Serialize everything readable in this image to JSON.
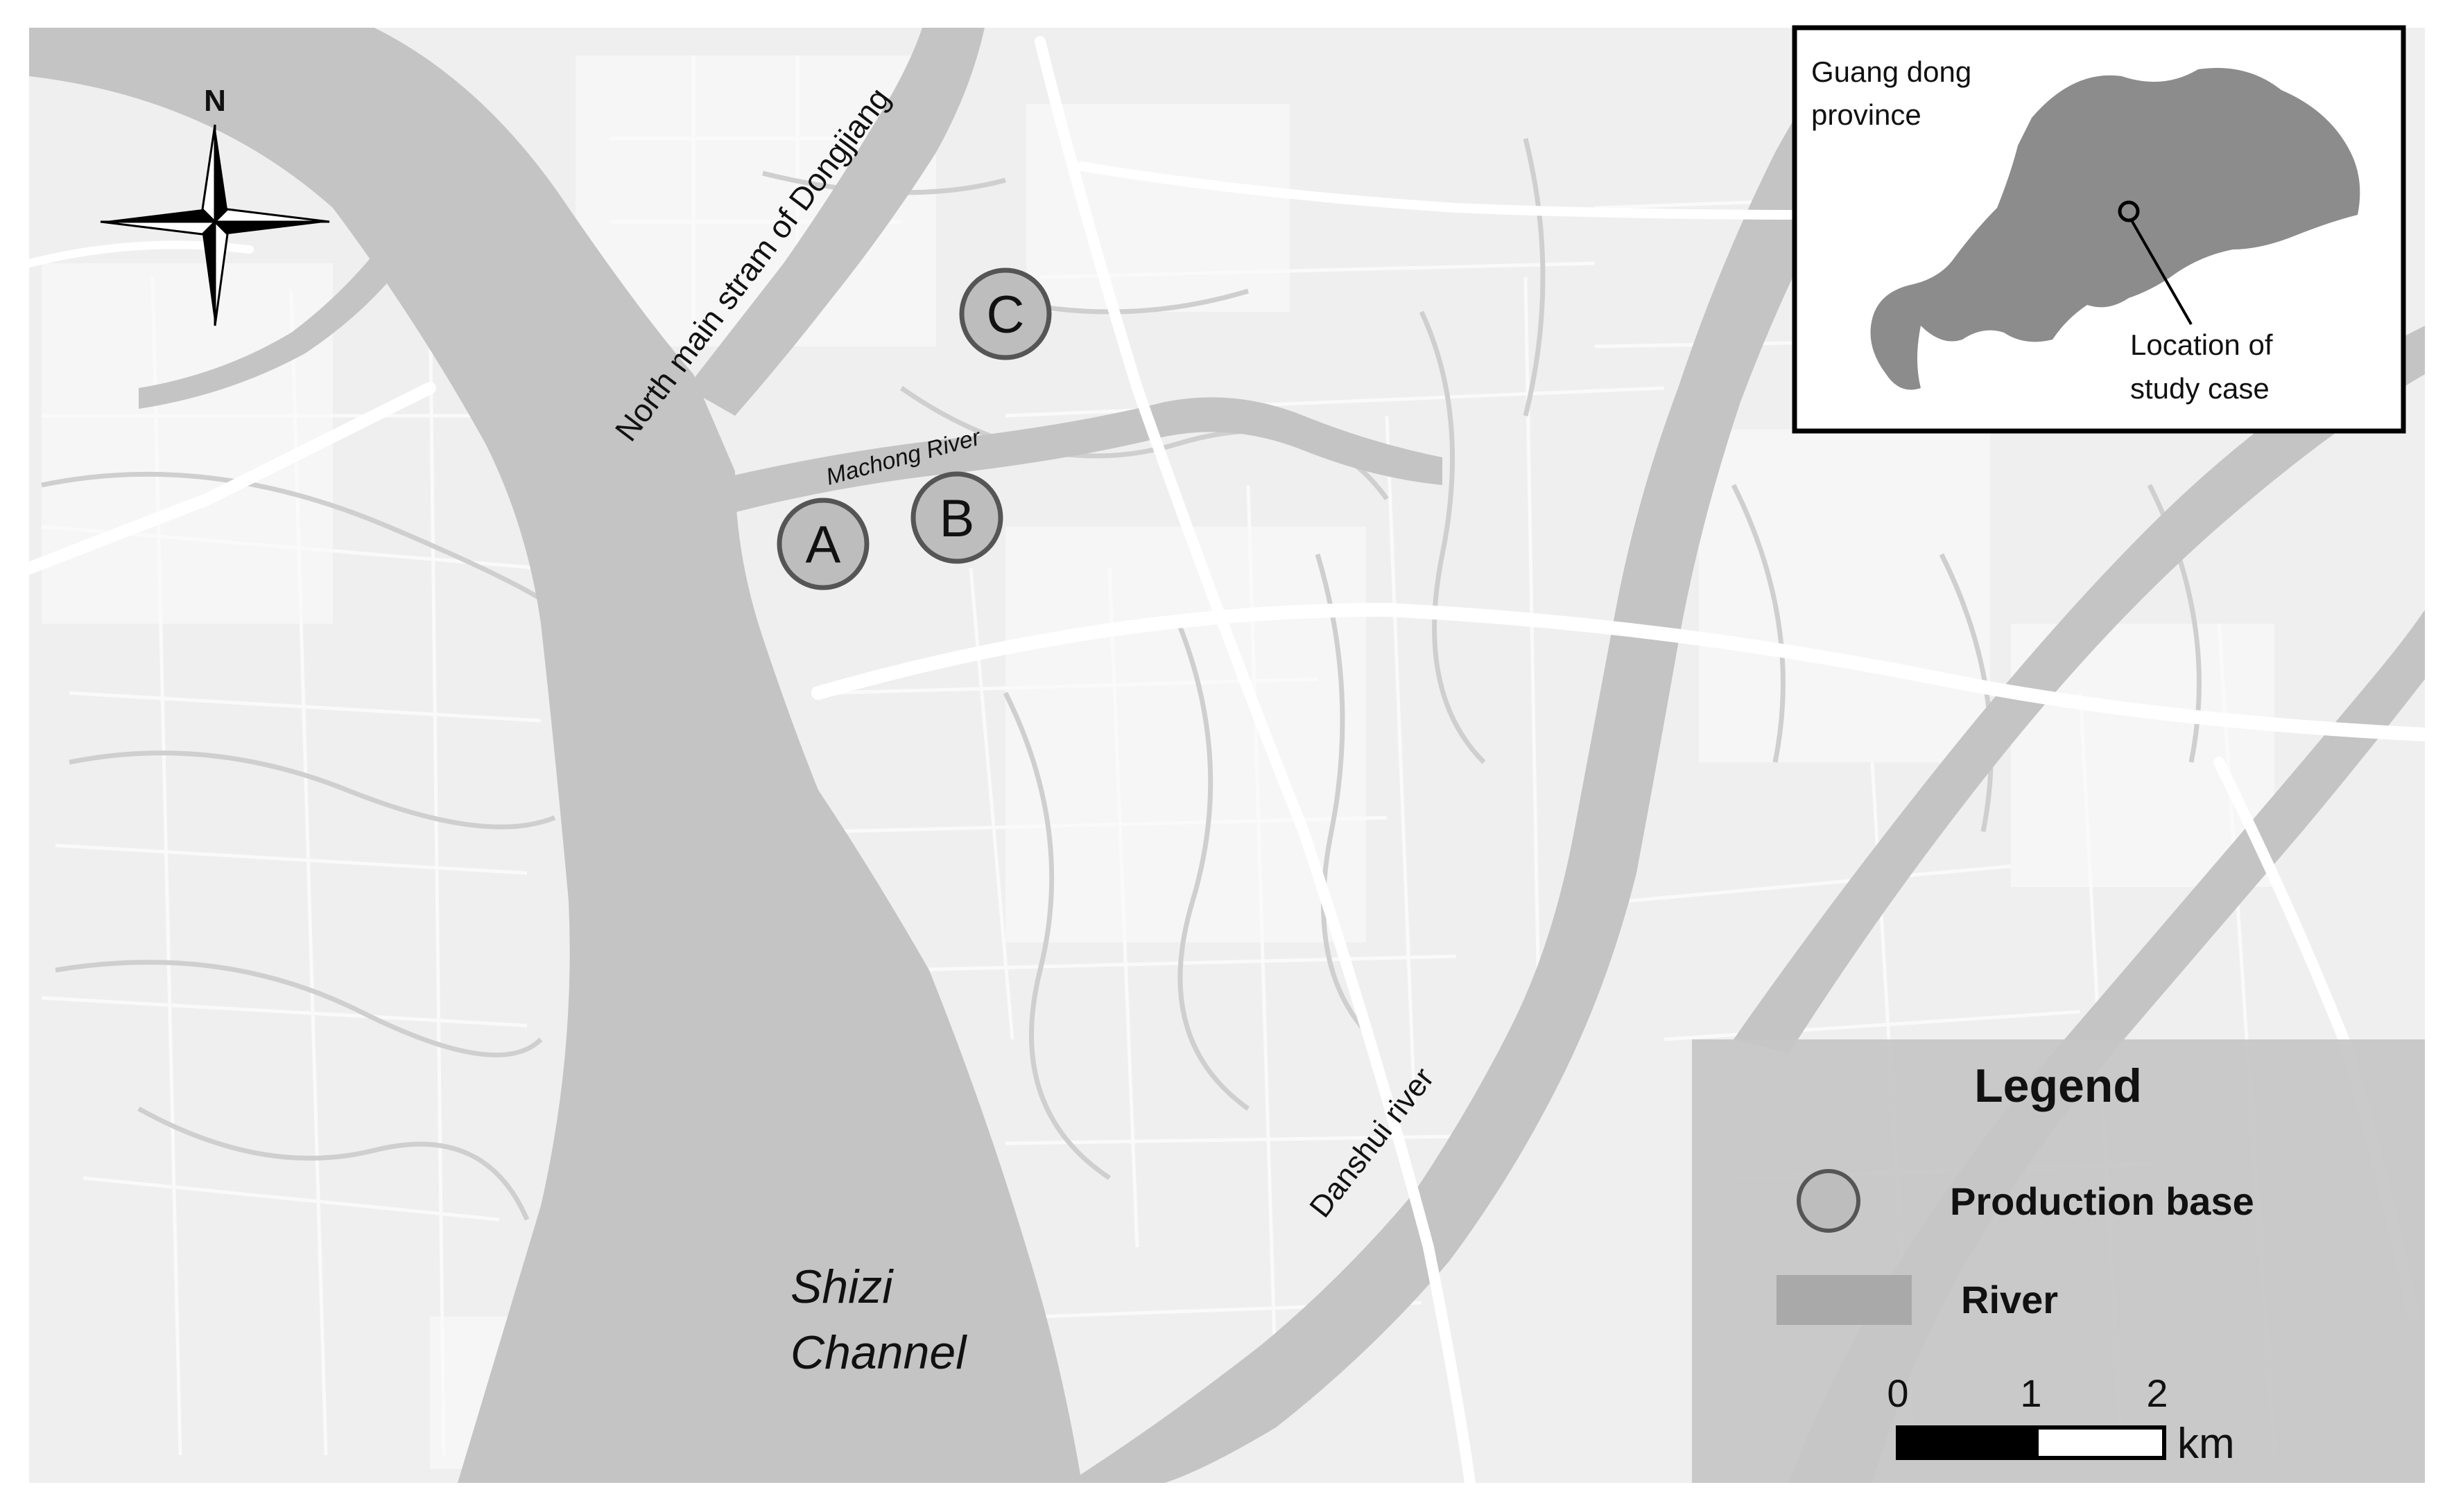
{
  "map": {
    "north_label": "N",
    "rivers": {
      "north_main_stream": "North main stram of Dongjiang",
      "machong": "Machong River",
      "danshui": "Danshui river",
      "shizi_line1": "Shizi",
      "shizi_line2": "Channel"
    },
    "sites": [
      {
        "id": "A",
        "label": "A"
      },
      {
        "id": "B",
        "label": "B"
      },
      {
        "id": "C",
        "label": "C"
      }
    ],
    "colors": {
      "land": "#efefef",
      "river": "#c4c4c4",
      "road": "#ffffff",
      "minor_road": "#f8f8f8",
      "site_fill": "#bdbdbd",
      "site_stroke": "#555555",
      "inset_province": "#8c8c8c",
      "legend_bg": "#c6c6c6"
    }
  },
  "inset": {
    "province_label_line1": "Guang dong",
    "province_label_line2": "province",
    "location_label_line1": "Location of",
    "location_label_line2": "study case"
  },
  "legend": {
    "title": "Legend",
    "production_base": "Production base",
    "river": "River",
    "scale_ticks": [
      "0",
      "1",
      "2"
    ],
    "scale_unit": "km"
  }
}
